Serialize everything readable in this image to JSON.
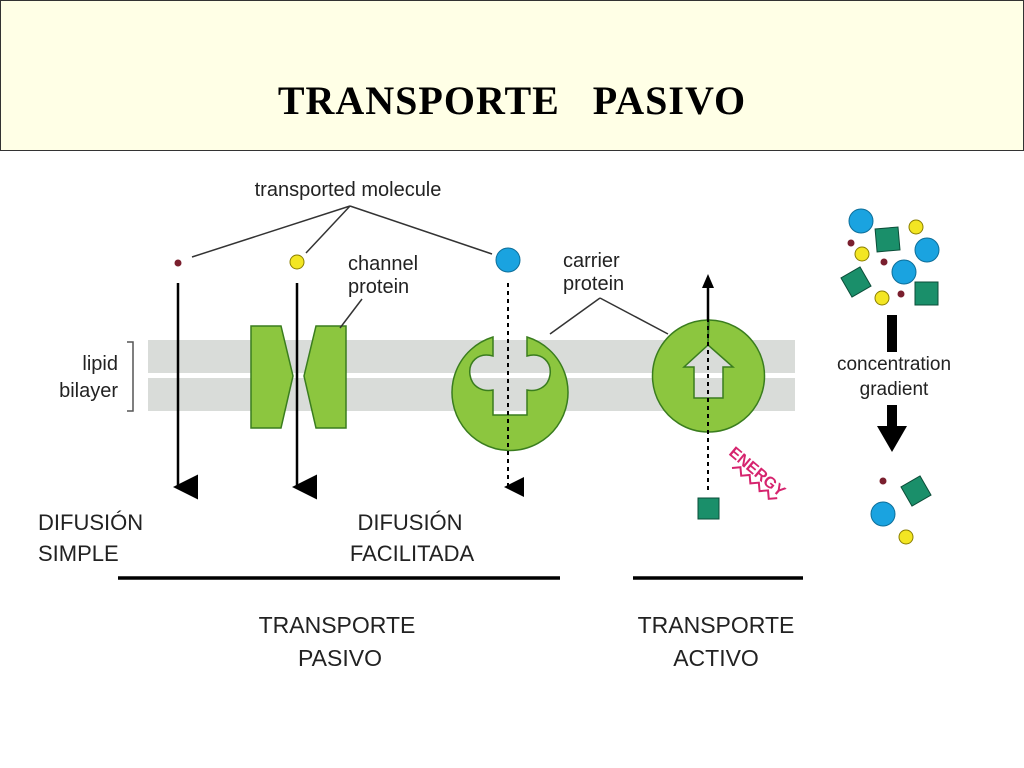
{
  "title": "TRANSPORTE   PASIVO",
  "labels": {
    "transported_molecule": "transported molecule",
    "channel_protein": [
      "channel",
      "protein"
    ],
    "carrier_protein": [
      "carrier",
      "protein"
    ],
    "lipid_bilayer": [
      "lipid",
      "bilayer"
    ],
    "concentration_gradient": [
      "concentration",
      "gradient"
    ],
    "energy": "ENERGY",
    "difusion_simple": [
      "DIFUSIÓN",
      "SIMPLE"
    ],
    "difusion_facilitada": [
      "DIFUSIÓN",
      "FACILITADA"
    ],
    "transporte_pasivo": [
      "TRANSPORTE",
      "PASIVO"
    ],
    "transporte_activo": [
      "TRANSPORTE",
      "ACTIVO"
    ]
  },
  "colors": {
    "protein_green": "#8cc63f",
    "protein_stroke": "#3a7d1e",
    "membrane_gray": "#d9dcd9",
    "molecule_blue": "#1aa3e0",
    "molecule_yellow": "#f3e623",
    "molecule_dark_red": "#7a1f2e",
    "molecule_teal": "#1a8f6a",
    "energy_magenta": "#d6246e"
  }
}
